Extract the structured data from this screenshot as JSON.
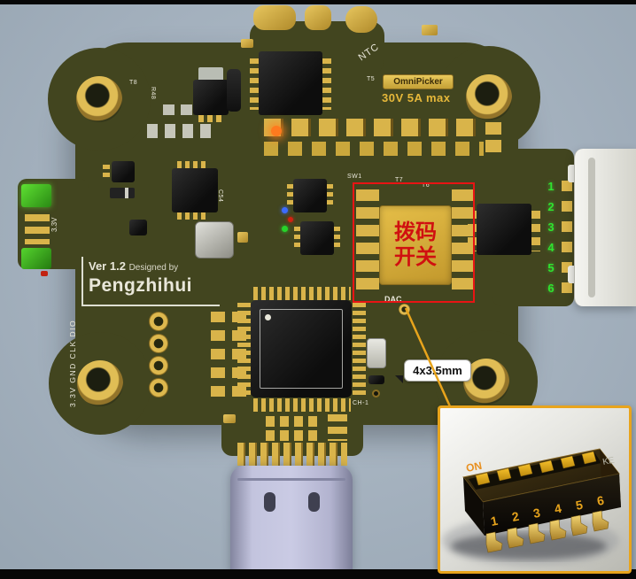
{
  "colors": {
    "background": "#a7b4c0",
    "pcb": "#42451f",
    "gold": "#d9b44a",
    "annotation_red": "#e81414",
    "annotation_orange": "#e8a41c",
    "silkscreen": "#e9e7da",
    "pin_green": "#2fe32f"
  },
  "silkscreen": {
    "t8": "T8",
    "r48": "R48",
    "v33": "3.3V",
    "ntc": "NTC",
    "t5": "T5",
    "sw1": "SW1",
    "t7": "T7",
    "t6": "T6",
    "c54": "C54",
    "dac": "DAC",
    "ch1": "CH-1",
    "io_labels": "3.3V GND CLK DIO",
    "ver": "Ver 1.2",
    "designed_by": "Designed by",
    "author": "Pengzhihui"
  },
  "badge": {
    "brand": "OmniPicker",
    "spec": "30V 5A max"
  },
  "connector": {
    "pins": [
      "1",
      "2",
      "3",
      "4",
      "5",
      "6"
    ]
  },
  "annotations": {
    "dip_switch_line1": "拨码",
    "dip_switch_line2": "开关",
    "dimension": "4x3.5mm"
  },
  "inset": {
    "on": "ON",
    "ke": "KE",
    "pins": [
      "1",
      "2",
      "3",
      "4",
      "5",
      "6"
    ]
  }
}
